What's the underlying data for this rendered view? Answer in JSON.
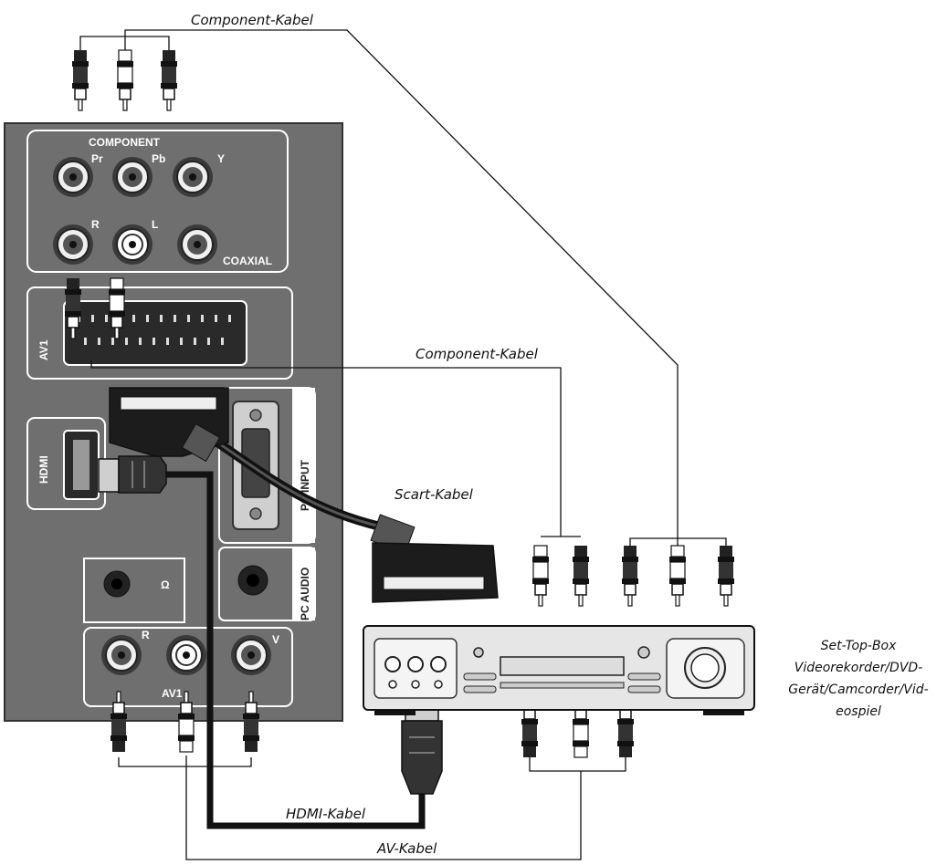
{
  "tv_panel": {
    "component_title": "COMPONENT",
    "jack_pr": "Pr",
    "jack_pb": "Pb",
    "jack_y": "Y",
    "jack_r": "R",
    "jack_l": "L",
    "coaxial": "COAXIAL",
    "av1_scart": "AV1",
    "hdmi": "HDMI",
    "pc_input": "PC INPUT",
    "pc_audio": "PC AUDIO",
    "av2_r": "R",
    "av2_v": "V",
    "av2_label": "AV1"
  },
  "cables": {
    "component_top": "Component-Kabel",
    "component_mid": "Component-Kabel",
    "scart": "Scart-Kabel",
    "hdmi": "HDMI-Kabel",
    "av": "AV-Kabel"
  },
  "device": {
    "lines": [
      "Set-Top-Box",
      "Videorekorder/DVD-",
      "Gerät/Camcorder/Vid-",
      "eospiel"
    ]
  },
  "colors": {
    "panel": "#6f6f6f",
    "panel_dark": "#555555",
    "outline": "#ffffff",
    "device": "#e6e6e6",
    "cable": "#111111"
  }
}
